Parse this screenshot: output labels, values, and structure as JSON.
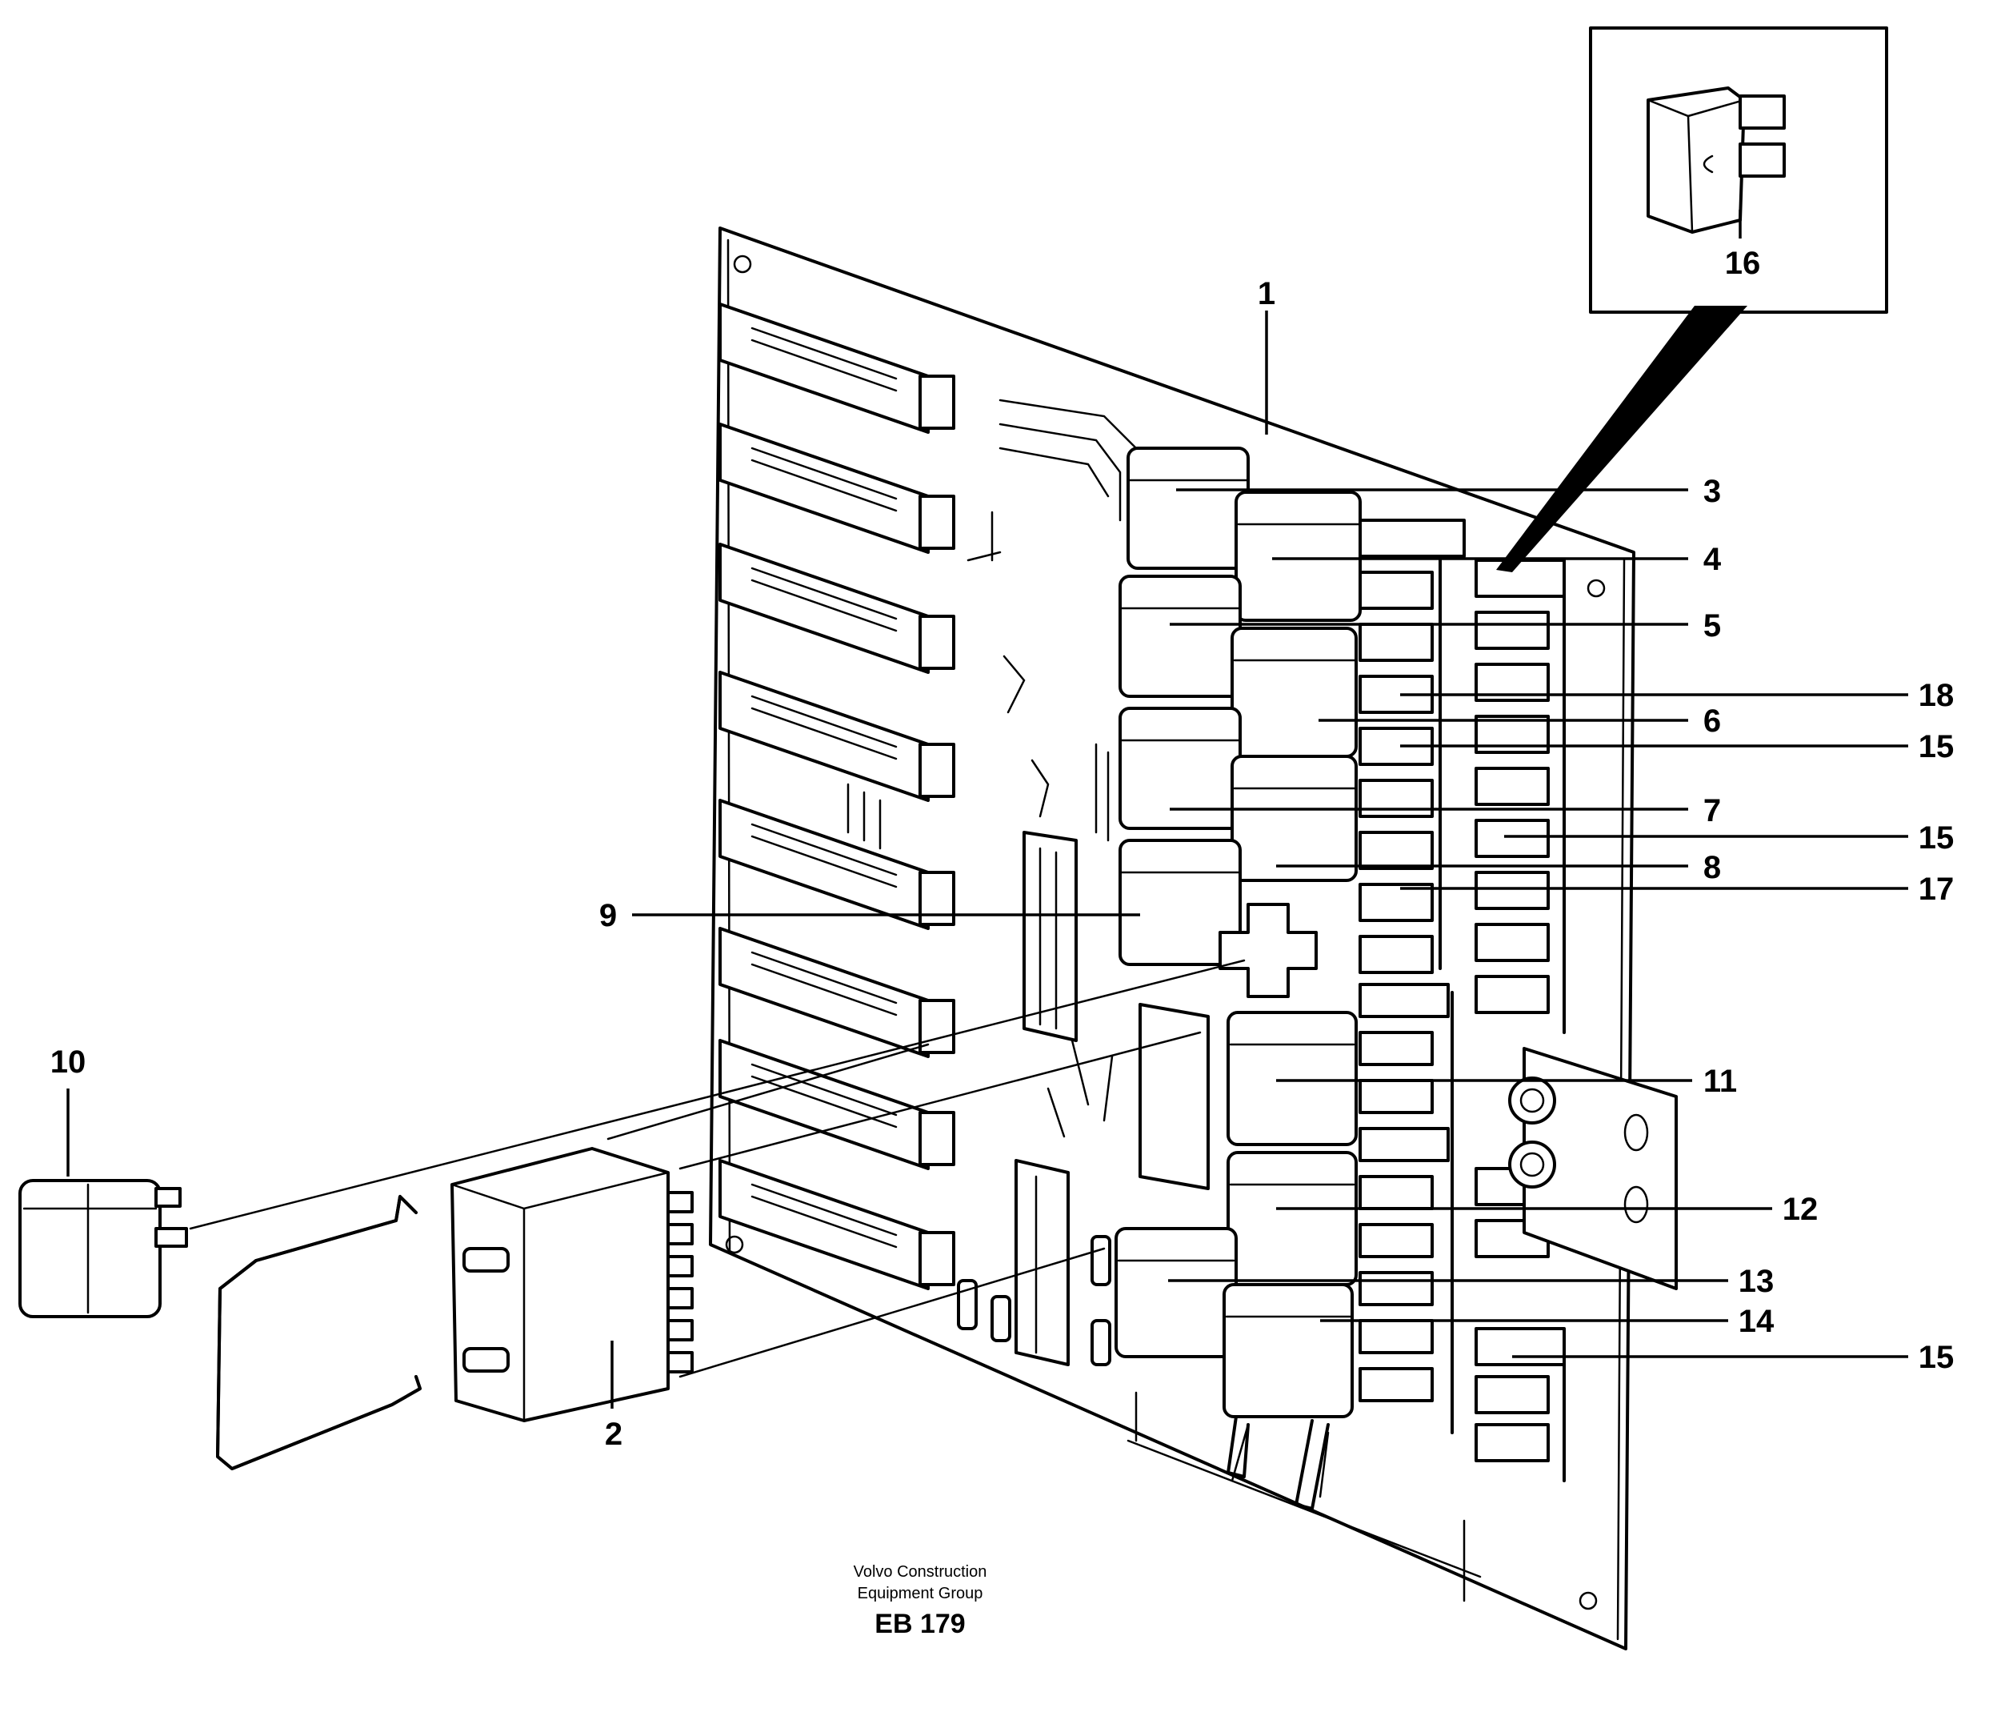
{
  "caption": {
    "line1": "Volvo Construction",
    "line2": "Equipment Group",
    "code": "EB 179"
  },
  "callouts": [
    {
      "id": "c1",
      "label": "1"
    },
    {
      "id": "c2",
      "label": "2"
    },
    {
      "id": "c3",
      "label": "3"
    },
    {
      "id": "c4",
      "label": "4"
    },
    {
      "id": "c5",
      "label": "5"
    },
    {
      "id": "c6",
      "label": "6"
    },
    {
      "id": "c7",
      "label": "7"
    },
    {
      "id": "c8",
      "label": "8"
    },
    {
      "id": "c9",
      "label": "9"
    },
    {
      "id": "c10",
      "label": "10"
    },
    {
      "id": "c11",
      "label": "11"
    },
    {
      "id": "c12",
      "label": "12"
    },
    {
      "id": "c13",
      "label": "13"
    },
    {
      "id": "c14",
      "label": "14"
    },
    {
      "id": "c15a",
      "label": "15"
    },
    {
      "id": "c15b",
      "label": "15"
    },
    {
      "id": "c15c",
      "label": "15"
    },
    {
      "id": "c16",
      "label": "16"
    },
    {
      "id": "c17",
      "label": "17"
    },
    {
      "id": "c18",
      "label": "18"
    }
  ]
}
